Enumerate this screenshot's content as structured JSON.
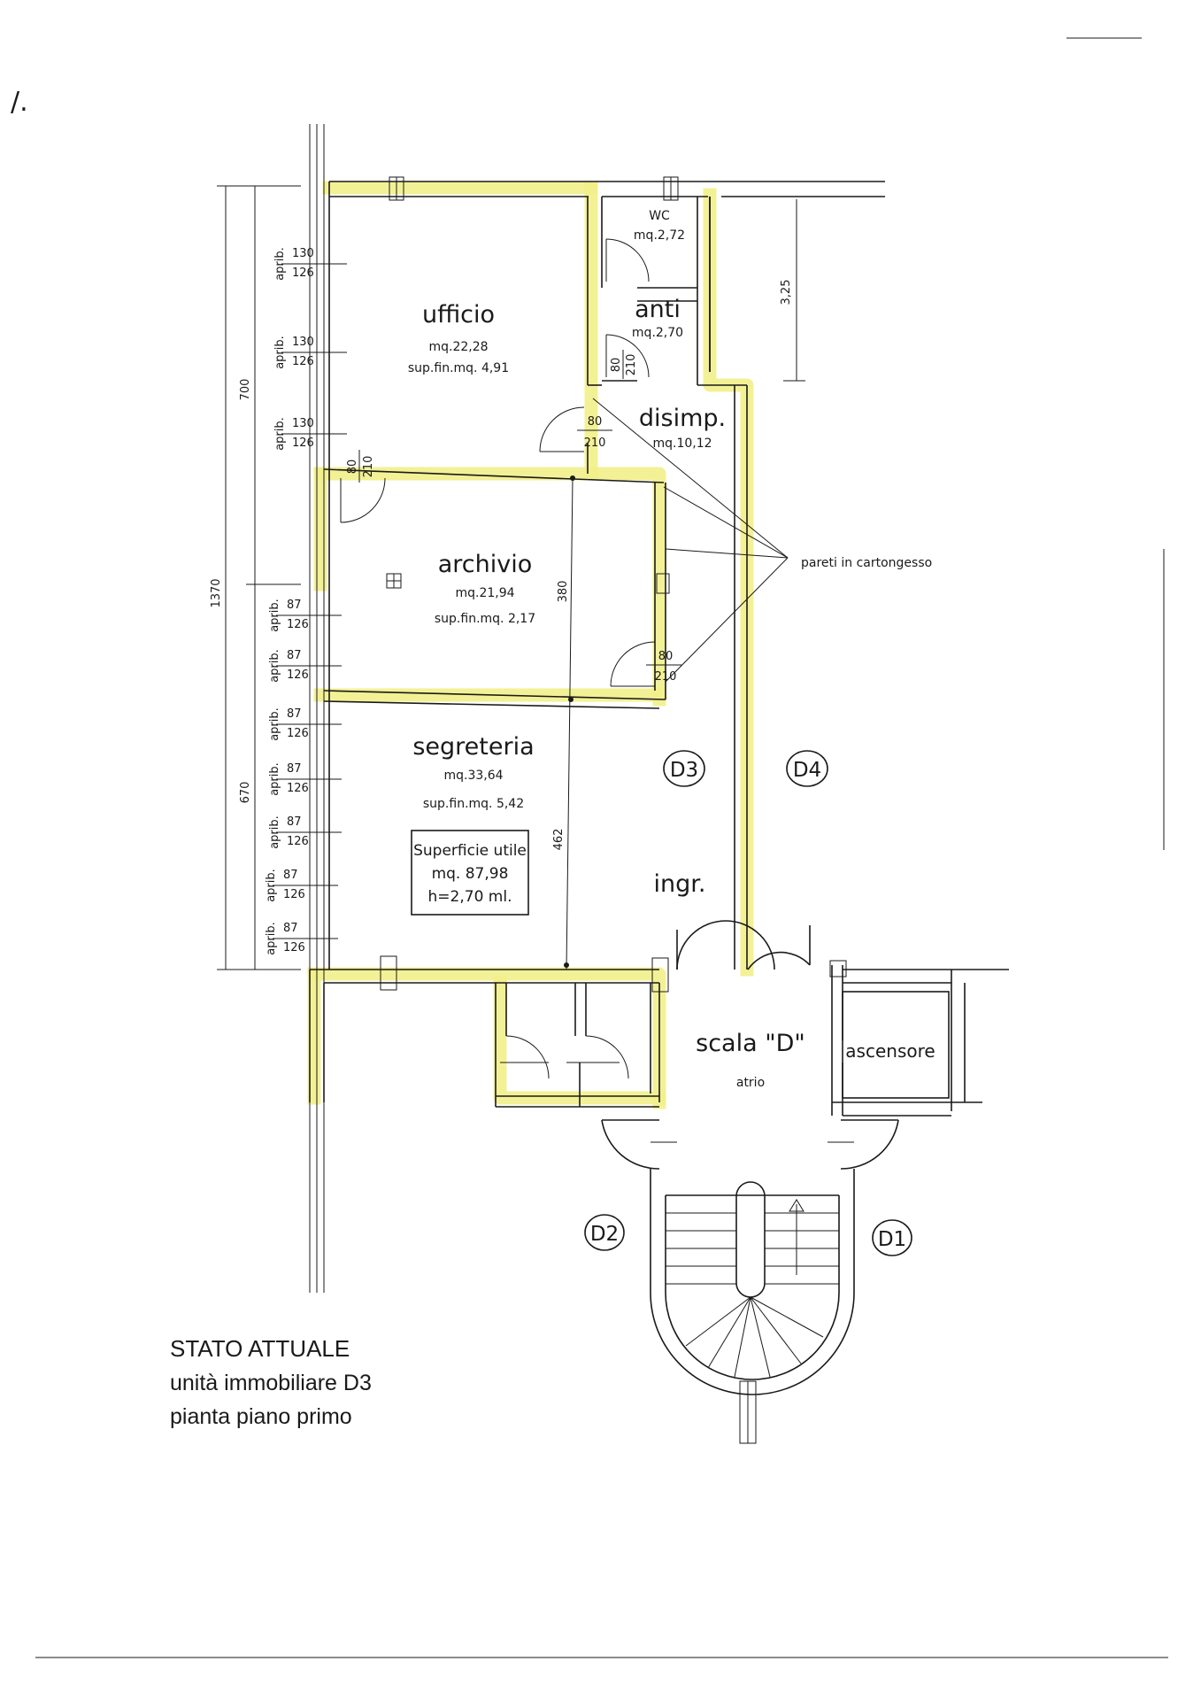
{
  "rooms": {
    "ufficio": {
      "name": "ufficio",
      "area": "mq.22,28",
      "sup": "sup.fin.mq.  4,91"
    },
    "wc": {
      "name": "WC",
      "area": "mq.2,72"
    },
    "anti": {
      "name": "anti",
      "area": "mq.2,70"
    },
    "disimp": {
      "name": "disimp.",
      "area": "mq.10,12"
    },
    "archivio": {
      "name": "archivio",
      "area": "mq.21,94",
      "sup": "sup.fin.mq.  2,17"
    },
    "segreteria": {
      "name": "segreteria",
      "area": "mq.33,64",
      "sup": "sup.fin.mq.  5,42"
    }
  },
  "summary_box": {
    "line1": "Superficie utile",
    "line2": "mq. 87,98",
    "line3": "h=2,70 ml."
  },
  "labels": {
    "ingr": "ingr.",
    "scala": "scala \"D\"",
    "atrio": "atrio",
    "ascensore": "ascensore",
    "pareti": "pareti in cartongesso"
  },
  "units": {
    "d1": "D1",
    "d2": "D2",
    "d3": "D3",
    "d4": "D4"
  },
  "dimensions": {
    "total": "1370",
    "upper": "700",
    "lower": "670",
    "d380": "380",
    "d462": "462",
    "d325": "3,25"
  },
  "doors": {
    "w80": "80",
    "h210": "210"
  },
  "windows": {
    "aprib": "aprib.",
    "upper": {
      "w": "130",
      "h": "126"
    },
    "lower": {
      "w": "87",
      "h": "126"
    }
  },
  "caption": {
    "title": "STATO ATTUALE",
    "line2": "unità immobiliare D3",
    "line3": "pianta piano primo"
  },
  "corner_mark": "/."
}
